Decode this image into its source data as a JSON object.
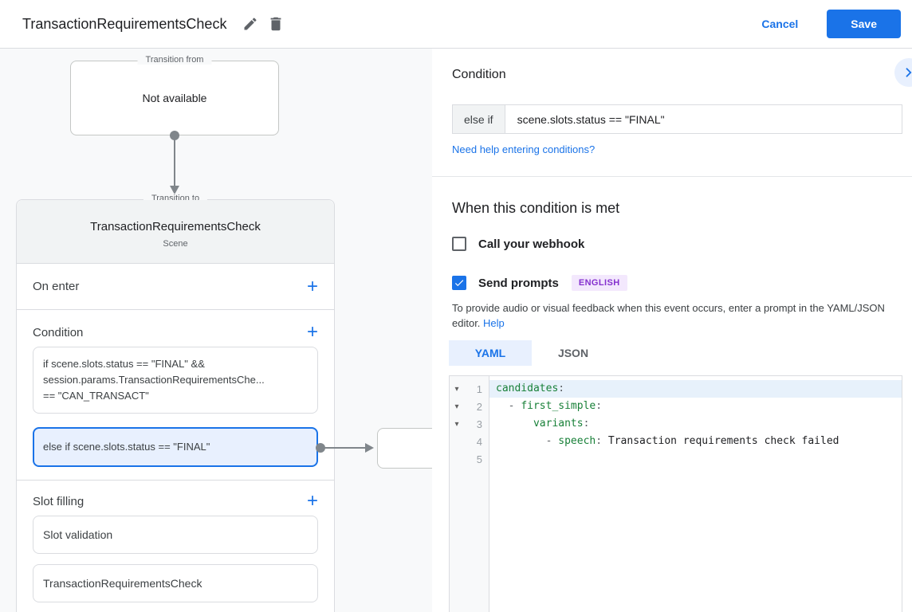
{
  "header": {
    "title": "TransactionRequirementsCheck",
    "cancel_label": "Cancel",
    "save_label": "Save"
  },
  "colors": {
    "accent_blue": "#1a73e8",
    "selection_bg": "#e8f0fe",
    "code_key_green": "#188038",
    "badge_text": "#8430ce",
    "badge_bg": "#f3e8fd"
  },
  "diagram": {
    "transition_from": {
      "legend": "Transition from",
      "content": "Not available"
    },
    "scene": {
      "legend": "Transition to",
      "title": "TransactionRequirementsCheck",
      "subtitle": "Scene",
      "on_enter": {
        "label": "On enter",
        "add_label": "+"
      },
      "condition": {
        "label": "Condition",
        "add_label": "+",
        "items": [
          {
            "selected": false,
            "lines": [
              "if scene.slots.status == \"FINAL\" &&",
              "session.params.TransactionRequirementsChe...",
              "== \"CAN_TRANSACT\""
            ]
          },
          {
            "selected": true,
            "lines": [
              "else if scene.slots.status == \"FINAL\""
            ]
          }
        ]
      },
      "slot_filling": {
        "label": "Slot filling",
        "add_label": "+",
        "items": [
          "Slot validation",
          "TransactionRequirementsCheck"
        ]
      }
    }
  },
  "panel": {
    "heading": "Condition",
    "condition_input": {
      "prefix": "else if",
      "value": "scene.slots.status == \"FINAL\""
    },
    "help_link": "Need help entering conditions?",
    "when_heading": "When this condition is met",
    "webhook_checkbox": {
      "label": "Call your webhook",
      "checked": false
    },
    "prompts_checkbox": {
      "label": "Send prompts",
      "checked": true,
      "language_badge": "ENGLISH"
    },
    "description": "To provide audio or visual feedback when this event occurs, enter a prompt in the YAML/JSON editor.",
    "description_link": "Help",
    "tabs": [
      {
        "label": "YAML",
        "active": true
      },
      {
        "label": "JSON",
        "active": false
      }
    ],
    "editor": {
      "lines": [
        {
          "number": 1,
          "foldable": true,
          "active": true,
          "tokens": [
            {
              "text": "candidates",
              "type": "key"
            },
            {
              "text": ":",
              "type": "punc"
            }
          ]
        },
        {
          "number": 2,
          "foldable": true,
          "active": false,
          "tokens": [
            {
              "text": "  - ",
              "type": "punc"
            },
            {
              "text": "first_simple",
              "type": "key"
            },
            {
              "text": ":",
              "type": "punc"
            }
          ]
        },
        {
          "number": 3,
          "foldable": true,
          "active": false,
          "tokens": [
            {
              "text": "      ",
              "type": "punc"
            },
            {
              "text": "variants",
              "type": "key"
            },
            {
              "text": ":",
              "type": "punc"
            }
          ]
        },
        {
          "number": 4,
          "foldable": false,
          "active": false,
          "tokens": [
            {
              "text": "        - ",
              "type": "punc"
            },
            {
              "text": "speech",
              "type": "key"
            },
            {
              "text": ": ",
              "type": "punc"
            },
            {
              "text": "Transaction requirements check failed",
              "type": "plain"
            }
          ]
        },
        {
          "number": 5,
          "foldable": false,
          "active": false,
          "tokens": []
        }
      ]
    }
  }
}
